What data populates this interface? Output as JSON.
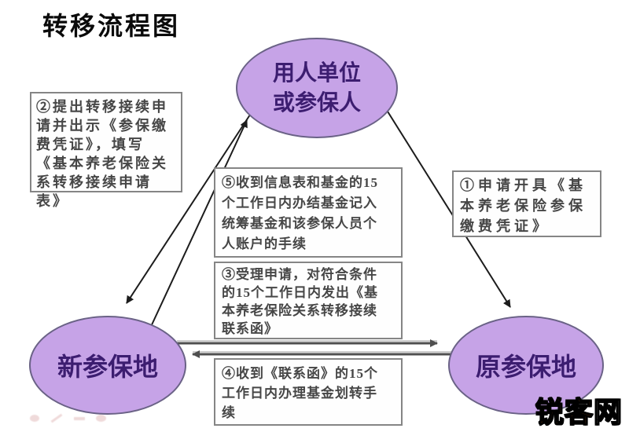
{
  "title": "转移流程图",
  "nodes": {
    "employer": {
      "label": "用人单位\n或参保人"
    },
    "new_place": {
      "label": "新参保地"
    },
    "old_place": {
      "label": "原参保地"
    }
  },
  "steps": {
    "step1": "①申请开具《基本养老保险参保缴费凭证》",
    "step2": "②提出转移接续申请并出示《参保缴费凭证》，填写《基本养老保险关系转移接续申请表》",
    "step3": "③受理申请，对符合条件的15个工作日内发出《基本养老保险关系转移接续联系函》",
    "step4": "④收到《联系函》的15个工作日内办理基金划转手续",
    "step5": "⑤收到信息表和基金的15个工作日内办结基金记入统筹基金和该参保人员个人账户的手续"
  },
  "watermark": {
    "text_primary": "锐客",
    "text_secondary": "网"
  },
  "colors": {
    "node_fill": "#c6a3e7",
    "node_border": "#6a6286",
    "node_text": "#3c1d70",
    "box_border": "#858585",
    "box_text": "#464646",
    "arrow_black": "#1c1c1c",
    "arrow_gray": "#4f4f4f",
    "watermark_orange": "#b05a1d"
  }
}
